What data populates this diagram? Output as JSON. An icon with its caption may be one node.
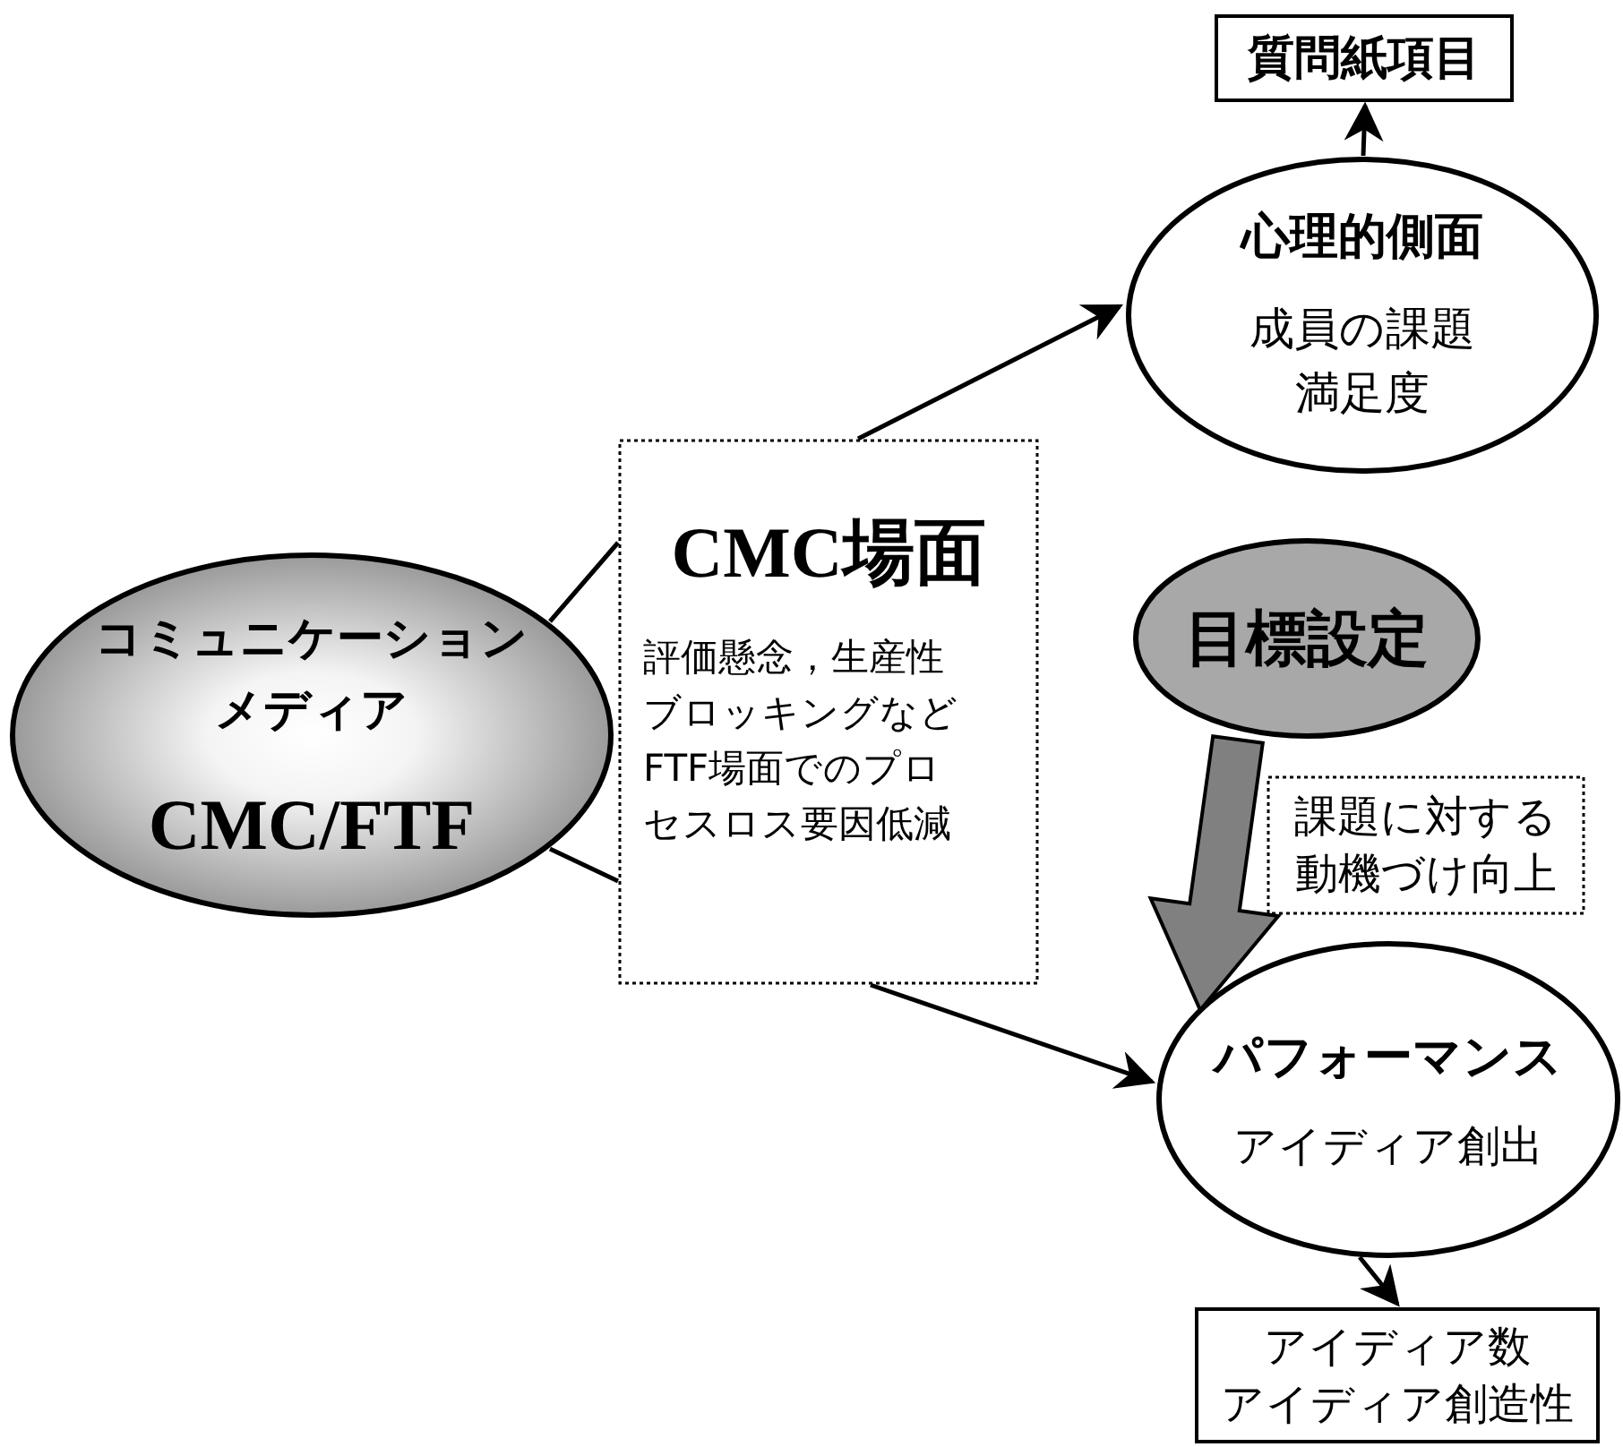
{
  "diagram": {
    "nodes": [
      {
        "text": [
          "コミュニケーションメディア",
          "CMC/FTF"
        ]
      },
      {
        "text": [
          "CMC場面",
          "評価懸念，生産性ブロッキングなどFTF場面でのプロセスロス要因低減"
        ]
      },
      {
        "text": [
          "心理的側面",
          "成員の課題満足度"
        ]
      },
      {
        "text": [
          "質問紙項目"
        ]
      },
      {
        "text": [
          "目標設定"
        ]
      },
      {
        "text": [
          "課題に対する動機づけ向上"
        ]
      },
      {
        "text": [
          "パフォーマンス",
          "アイディア創出"
        ]
      },
      {
        "text": [
          "アイディア数",
          "アイディア創造性"
        ]
      }
    ],
    "edges": [
      {
        "from": 0,
        "to": 1,
        "arrow": "none"
      },
      {
        "from": 0,
        "to": 1,
        "arrow": "none"
      },
      {
        "from": 1,
        "to": 2,
        "arrow": "to"
      },
      {
        "from": 1,
        "to": 6,
        "arrow": "to"
      },
      {
        "from": 2,
        "to": 3,
        "arrow": "to"
      },
      {
        "from": 4,
        "to": 6,
        "arrow": "to",
        "style": "thick",
        "color": "#808080"
      },
      {
        "from": 6,
        "to": 7,
        "arrow": "to"
      }
    ]
  }
}
